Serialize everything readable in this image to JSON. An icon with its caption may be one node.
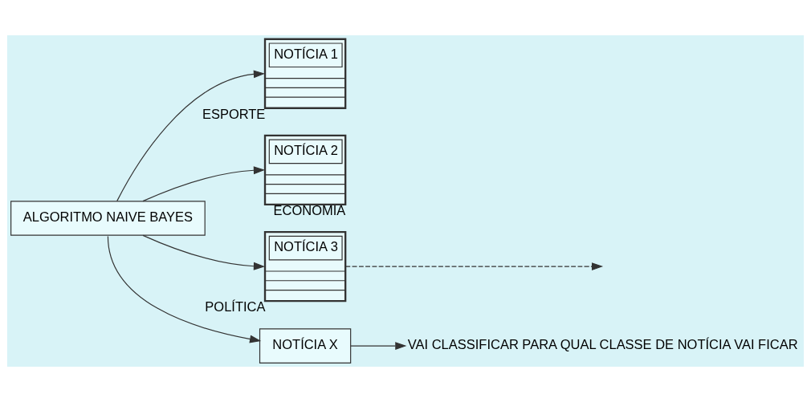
{
  "diagram": {
    "nodes": [
      {
        "text": [
          "ALGORITMO NAIVE BAYES"
        ]
      },
      {
        "text": [
          "NOTÍCIA 1"
        ],
        "beside": [
          "ESPORTE"
        ]
      },
      {
        "text": [
          "NOTÍCIA 2"
        ],
        "beside": [
          "ECONOMIA"
        ]
      },
      {
        "text": [
          "NOTÍCIA 3"
        ],
        "beside": [
          "POLÍTICA"
        ]
      },
      {
        "text": [
          "NOTÍCIA X"
        ]
      },
      {
        "text": [
          "VAI CLASSIFICAR PARA QUAL CLASSE DE NOTÍCIA VAI FICAR"
        ]
      }
    ],
    "edges": [
      {
        "from": 0,
        "to": 1,
        "arrow": "to"
      },
      {
        "from": 0,
        "to": 2,
        "arrow": "to"
      },
      {
        "from": 0,
        "to": 3,
        "arrow": "to"
      },
      {
        "from": 3,
        "to": null,
        "arrow": "to",
        "style": "dashed"
      },
      {
        "from": 0,
        "to": 4,
        "arrow": "to"
      },
      {
        "from": 4,
        "to": 5,
        "arrow": "to"
      }
    ]
  }
}
